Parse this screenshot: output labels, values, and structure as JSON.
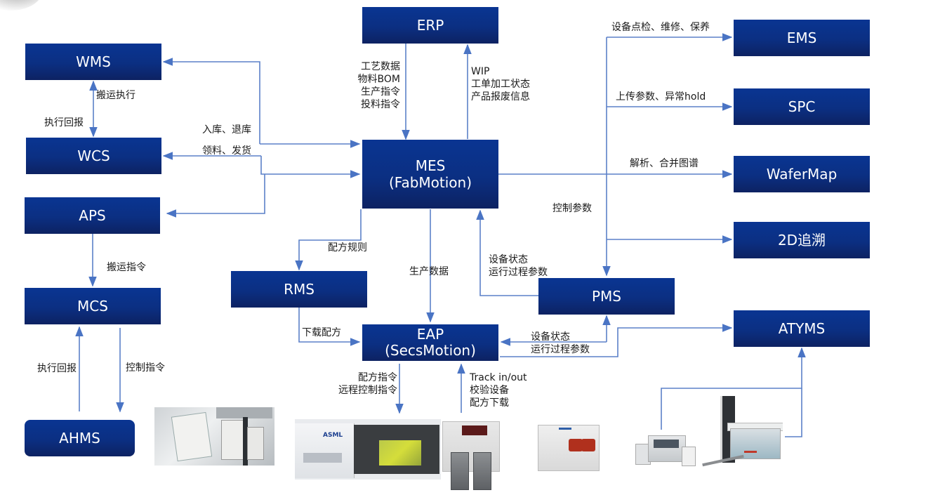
{
  "diagram": {
    "colors": {
      "box_top": "#0a3592",
      "box_bottom": "#0d2262",
      "box_text": "#ffffff",
      "connector": "#4a74c4",
      "label_text": "#1a1a1a"
    },
    "nodes": {
      "wms": {
        "lines": [
          "WMS"
        ]
      },
      "wcs": {
        "lines": [
          "WCS"
        ]
      },
      "aps": {
        "lines": [
          "APS"
        ]
      },
      "mcs": {
        "lines": [
          "MCS"
        ]
      },
      "ahms": {
        "lines": [
          "AHMS"
        ]
      },
      "erp": {
        "lines": [
          "ERP"
        ]
      },
      "mes": {
        "lines": [
          "MES",
          "(FabMotion)"
        ]
      },
      "rms": {
        "lines": [
          "RMS"
        ]
      },
      "eap": {
        "lines": [
          "EAP",
          "(SecsMotion)"
        ]
      },
      "pms": {
        "lines": [
          "PMS"
        ]
      },
      "ems": {
        "lines": [
          "EMS"
        ]
      },
      "spc": {
        "lines": [
          "SPC"
        ]
      },
      "wafermap": {
        "lines": [
          "WaferMap"
        ]
      },
      "trace2d": {
        "lines": [
          "2D追溯"
        ]
      },
      "atyms": {
        "lines": [
          "ATYMS"
        ]
      }
    },
    "edge_labels": {
      "wms_wcs_exec": [
        "搬运执行"
      ],
      "wcs_wms_report": [
        "执行回报"
      ],
      "wms_mes_inout": [
        "入库、退库"
      ],
      "wcs_mes_material": [
        "领料、发货"
      ],
      "erp_mes": [
        "工艺数据",
        "物料BOM",
        "生产指令",
        "投料指令"
      ],
      "mes_erp": [
        "WIP",
        "工单加工状态",
        "产品报废信息"
      ],
      "mes_ems": [
        "设备点检、维修、保养"
      ],
      "mes_spc": [
        "上传参数、异常hold"
      ],
      "mes_wafermap": [
        "解析、合并图谱"
      ],
      "mes_pms_control": [
        "控制参数"
      ],
      "pms_mes_status": [
        "设备状态",
        "运行过程参数"
      ],
      "mes_rms_recipe": [
        "配方规则"
      ],
      "mes_eap_prod": [
        "生产数据"
      ],
      "rms_eap_download": [
        "下载配方"
      ],
      "aps_mcs": [
        "搬运指令"
      ],
      "ahms_mcs_report": [
        "执行回报"
      ],
      "mcs_ahms_control": [
        "控制指令"
      ],
      "eap_pms_status": [
        "设备状态",
        "运行过程参数"
      ],
      "eap_equip_cmd": [
        "配方指令",
        "远程控制指令"
      ],
      "equip_eap": [
        "Track in/out",
        "校验设备",
        "配方下载"
      ]
    },
    "equipment_photos": [
      {
        "name": "ahms-transport-unit-photo"
      },
      {
        "name": "asml-lithography-tool-photo",
        "brand_text": "ASML"
      },
      {
        "name": "track-equipment-photo"
      },
      {
        "name": "wafer-processing-tool-photo"
      },
      {
        "name": "test-handler-photo"
      },
      {
        "name": "stocker-loader-photo"
      }
    ]
  }
}
